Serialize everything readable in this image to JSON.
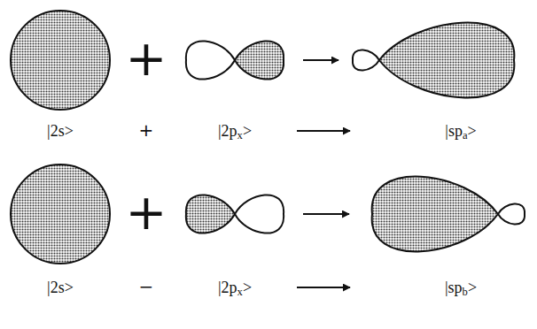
{
  "diagram": {
    "labels": [
      "+",
      "|2s>",
      "+",
      "|2px>",
      "|spa>",
      "+",
      "|2s>",
      "−",
      "|2px>",
      "|spb>"
    ]
  }
}
